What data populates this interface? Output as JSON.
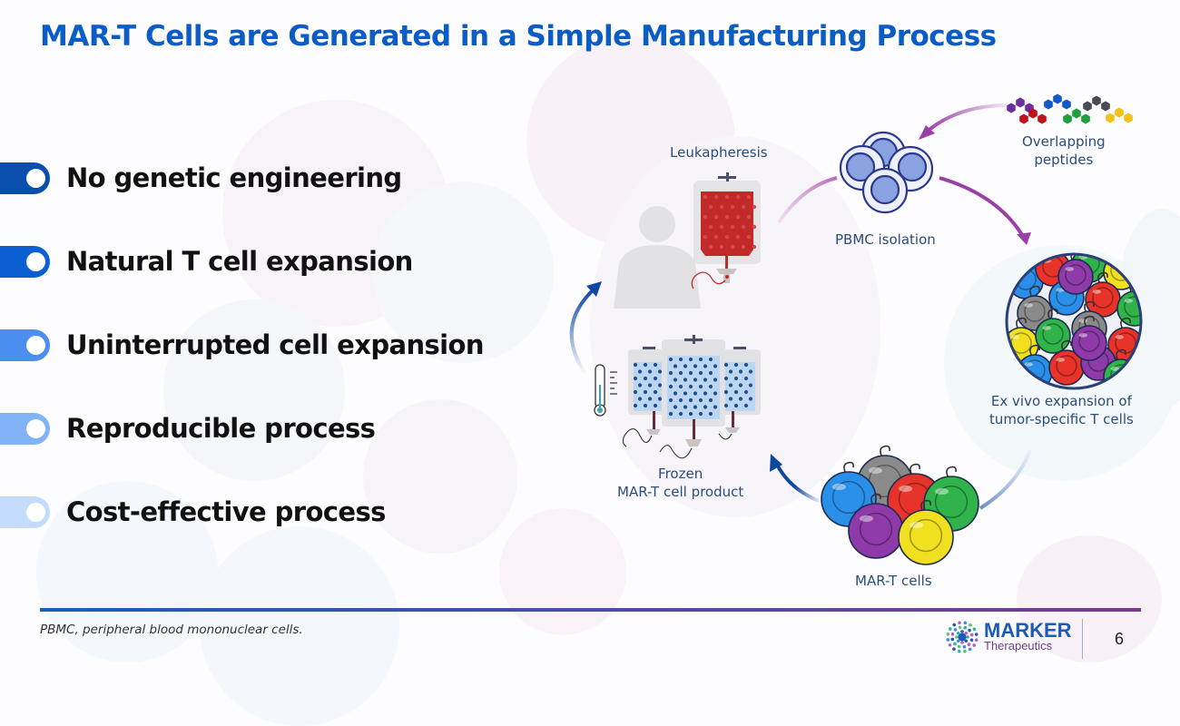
{
  "title": "MAR-T Cells are Generated in a Simple Manufacturing Process",
  "bullets": [
    {
      "text": "No genetic engineering",
      "color": "#0a4fae"
    },
    {
      "text": "Natural T cell expansion",
      "color": "#0b5fd0"
    },
    {
      "text": "Uninterrupted cell expansion",
      "color": "#4a8ff0"
    },
    {
      "text": "Reproducible process",
      "color": "#82b3f6"
    },
    {
      "text": "Cost-effective process",
      "color": "#c4dcfb"
    }
  ],
  "diagram": {
    "steps": {
      "leukapheresis": "Leukapheresis",
      "pbmc_isolation": "PBMC isolation",
      "peptides_line1": "Overlapping",
      "peptides_line2": "peptides",
      "expansion_line1": "Ex vivo expansion of",
      "expansion_line2": "tumor-specific T cells",
      "mart_cells": "MAR-T cells",
      "frozen_line1": "Frozen",
      "frozen_line2": "MAR-T cell product"
    },
    "peptide_colors": [
      "#6a2fa0",
      "#c0121c",
      "#1457c8",
      "#1ea03c",
      "#4a4a55",
      "#f2c21a"
    ],
    "cell_colors": [
      "#2a8fe8",
      "#8a8a8a",
      "#e8332a",
      "#2fb34a",
      "#8e3aa8",
      "#f0e020"
    ],
    "arrow_colors": {
      "purple": "#9a3fa6",
      "blue": "#0d47a1"
    }
  },
  "footer": {
    "footnote": "PBMC, peripheral blood mononuclear cells.",
    "logo_name": "MARKER",
    "logo_sub": "Therapeutics",
    "page_number": "6"
  }
}
